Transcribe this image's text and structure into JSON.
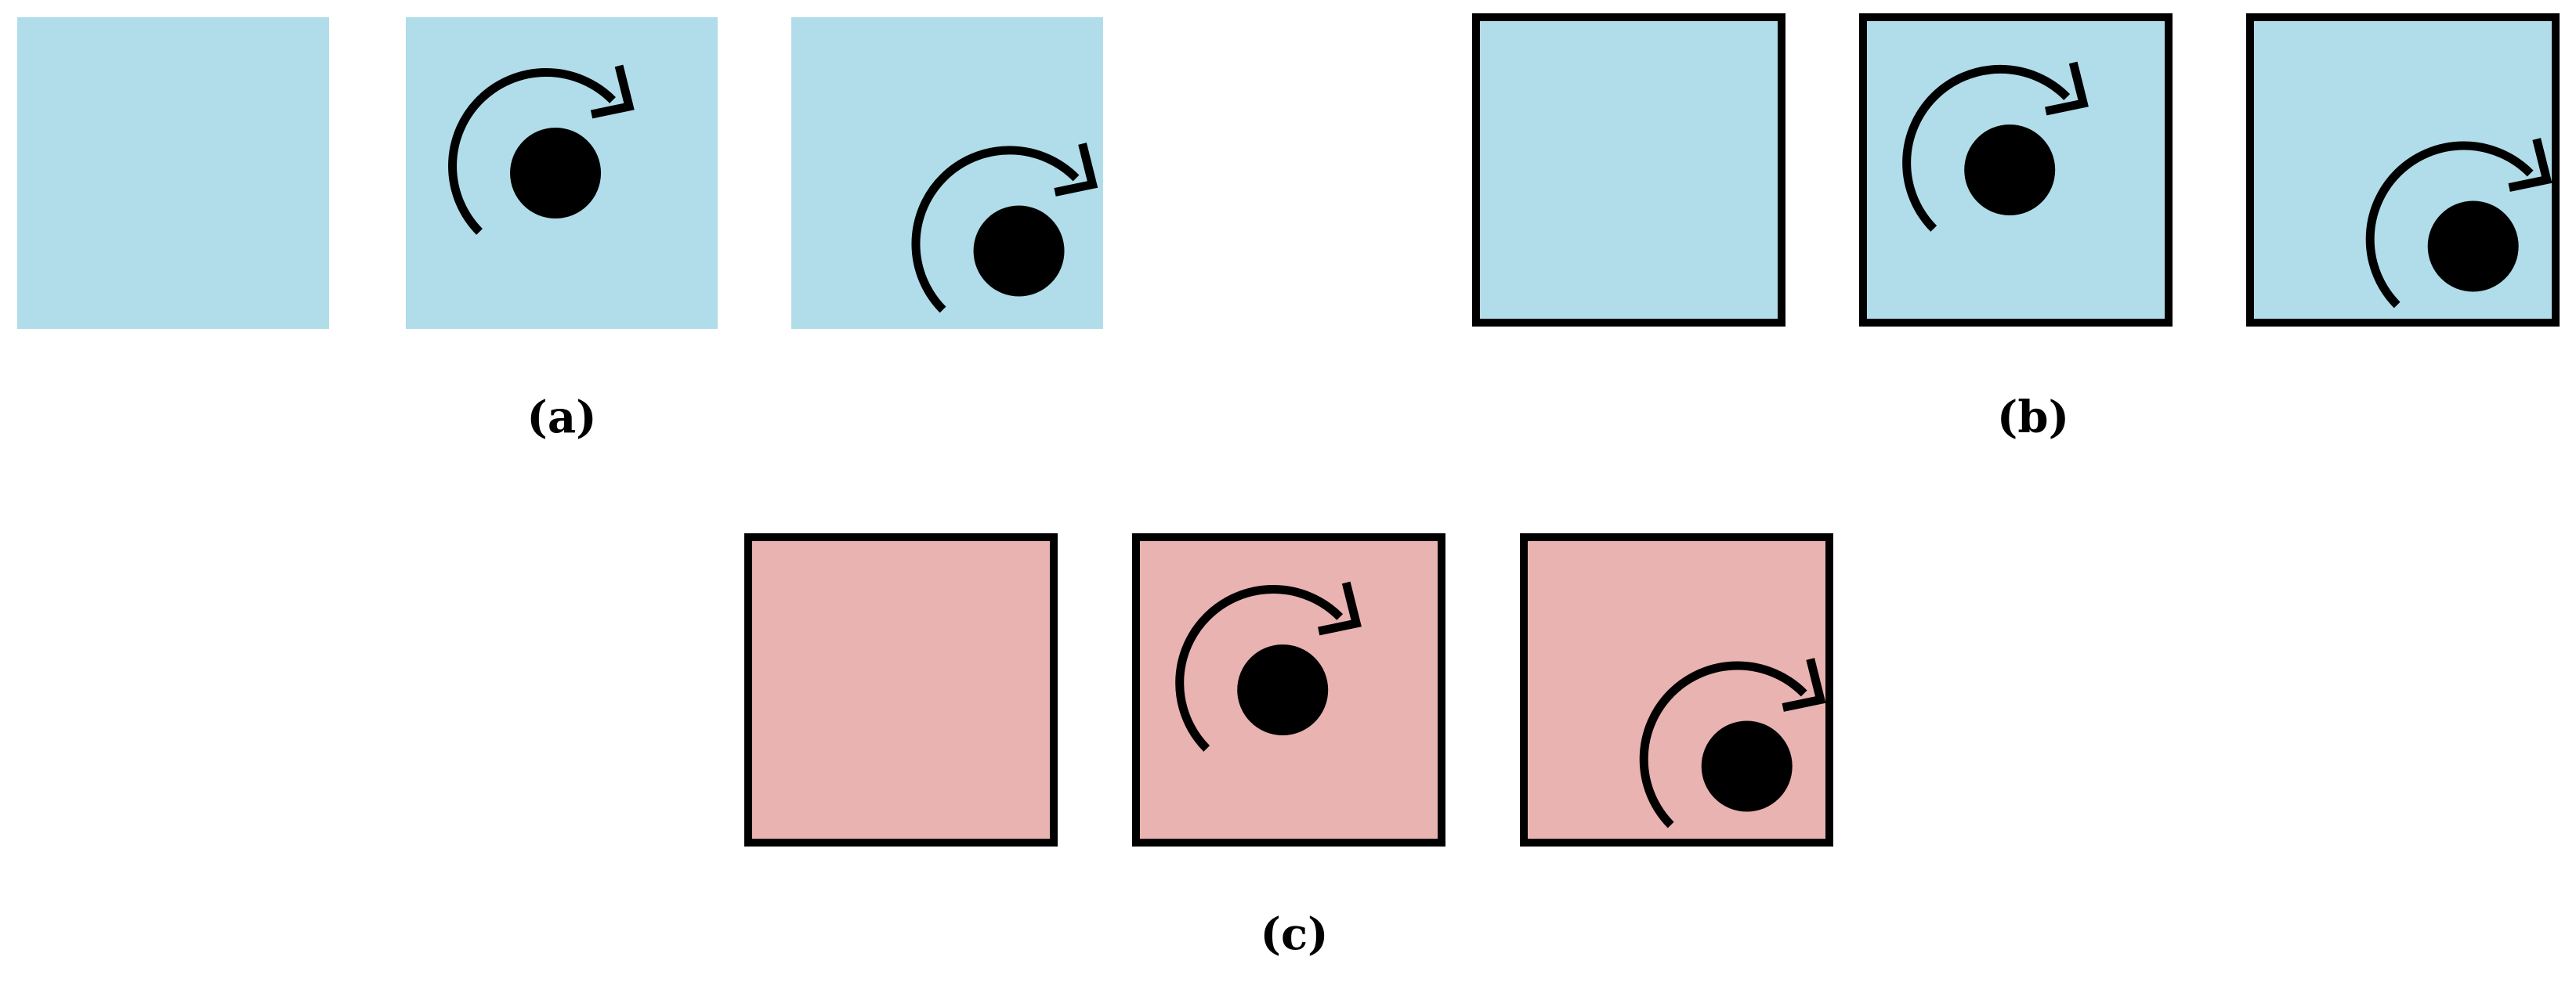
{
  "colors": {
    "blue_fill": "#b0dde9",
    "pink_fill": "#e9b3b1",
    "stroke": "#000000",
    "background": "#ffffff"
  },
  "panels": [
    {
      "id": "a",
      "label": "(a)",
      "fill": "blue",
      "bordered": false,
      "frames": [
        {
          "state": "empty"
        },
        {
          "state": "ball-center",
          "icon": "rotation-arrow-icon"
        },
        {
          "state": "ball-bottom-right",
          "icon": "rotation-arrow-icon"
        }
      ]
    },
    {
      "id": "b",
      "label": "(b)",
      "fill": "blue",
      "bordered": true,
      "frames": [
        {
          "state": "empty"
        },
        {
          "state": "ball-center",
          "icon": "rotation-arrow-icon"
        },
        {
          "state": "ball-bottom-right",
          "icon": "rotation-arrow-icon"
        }
      ]
    },
    {
      "id": "c",
      "label": "(c)",
      "fill": "pink",
      "bordered": true,
      "frames": [
        {
          "state": "empty"
        },
        {
          "state": "ball-center",
          "icon": "rotation-arrow-icon"
        },
        {
          "state": "ball-bottom-right",
          "icon": "rotation-arrow-icon"
        }
      ]
    }
  ]
}
